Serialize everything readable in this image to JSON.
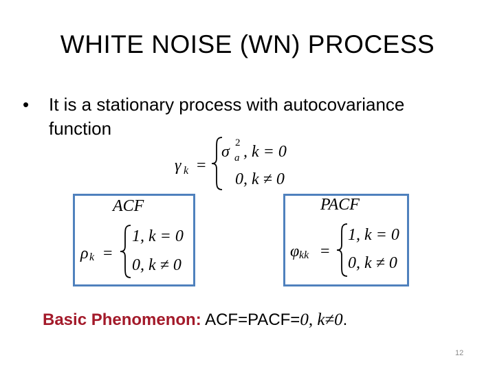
{
  "slide": {
    "title": "WHITE NOISE (WN) PROCESS",
    "bullet_symbol": "•",
    "bullet_text": "It is a stationary process with autocovariance function",
    "page_number": "12"
  },
  "autocov": {
    "lhs_symbol": "γ",
    "lhs_sub": "k",
    "equals": "=",
    "case1_sym": "σ",
    "case1_sup": "2",
    "case1_sub": "a",
    "case1_cond": ", k = 0",
    "case2": "0, k ≠ 0"
  },
  "acf_box": {
    "label": "ACF",
    "lhs_symbol": "ρ",
    "lhs_sub": "k",
    "equals": "=",
    "case1": "1, k = 0",
    "case2": "0, k ≠ 0"
  },
  "pacf_box": {
    "label": "PACF",
    "lhs_symbol": "φ",
    "lhs_sub": "kk",
    "equals": "=",
    "case1": "1, k = 0",
    "case2": "0, k ≠ 0"
  },
  "footer": {
    "label": "Basic Phenomenon:",
    "text": " ACF=PACF=",
    "math": "0, k≠0",
    "end": "."
  },
  "colors": {
    "box_border": "#4f81bd",
    "footer_label": "#a31a2a",
    "page_number": "#8a8a8a"
  }
}
